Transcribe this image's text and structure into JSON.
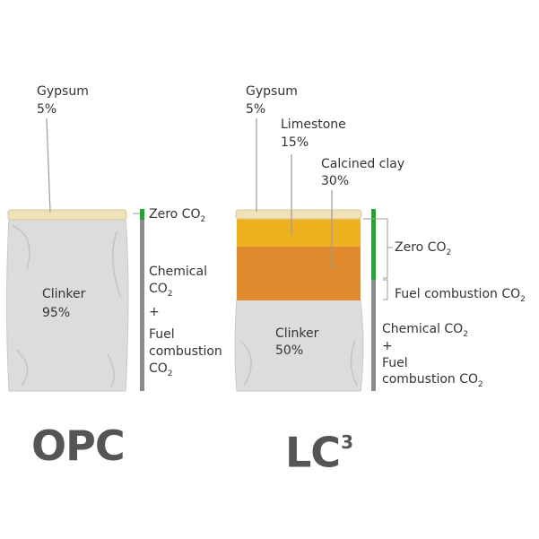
{
  "opc": {
    "gypsum_label": "Gypsum",
    "gypsum_pct": "5%",
    "clinker_label": "Clinker",
    "clinker_pct": "95%",
    "zero_co2": "Zero CO",
    "chemical": "Chemical",
    "chemical_co2": "CO",
    "plus": "+",
    "fuel": "Fuel",
    "combustion": "combustion",
    "combustion_co2": "CO",
    "co2_subscript": "2",
    "title": "OPC"
  },
  "lc3": {
    "gypsum_label": "Gypsum",
    "gypsum_pct": "5%",
    "limestone_label": "Limestone",
    "limestone_pct": "15%",
    "clay_label": "Calcined clay",
    "clay_pct": "30%",
    "clinker_label": "Clinker",
    "clinker_pct": "50%",
    "zero_co2": "Zero CO",
    "fuel_combustion_top": "Fuel combustion CO",
    "chemical_co2": "Chemical CO",
    "plus": "+",
    "fuel": "Fuel",
    "combustion_co2": "combustion CO",
    "co2_subscript": "2",
    "title": "LC",
    "title_superscript": "3"
  },
  "colors": {
    "bag_grey": "#dcdcda",
    "gypsum_cream": "#efe2b8",
    "limestone_yellow": "#eeb221",
    "clay_orange": "#df8b2e",
    "zero_green": "#2e9e3c",
    "bar_grey": "#8c8c8c"
  }
}
